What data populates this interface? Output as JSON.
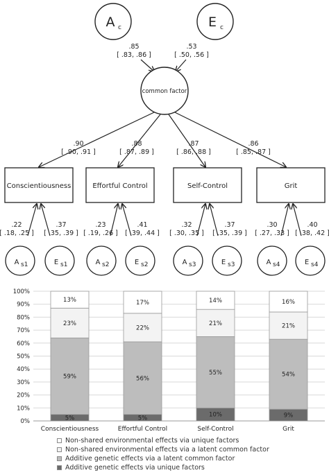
{
  "path_diagram": {
    "latent_top": [
      {
        "main": "A",
        "sub": "c"
      },
      {
        "main": "E",
        "sub": "c"
      }
    ],
    "top_loadings": [
      {
        "value": ".85",
        "ci": "[ .83, .86 ]"
      },
      {
        "value": ".53",
        "ci": "[ .50, .56 ]"
      }
    ],
    "common_factor_label": "common factor",
    "factor_loadings": [
      {
        "value": ".90",
        "ci": "[ .90, .91 ]"
      },
      {
        "value": ".88",
        "ci": "[ .87, .89 ]"
      },
      {
        "value": ".87",
        "ci": "[ .86, .88 ]"
      },
      {
        "value": ".86",
        "ci": "[ .85, .87 ]"
      }
    ],
    "observed": [
      "Conscientiousness",
      "Effortful Control",
      "Self-Control",
      "Grit"
    ],
    "unique_loadings": [
      {
        "a": ".22",
        "a_ci": "[ .18, .25 ]",
        "e": ".37",
        "e_ci": "[ .35, .39 ]"
      },
      {
        "a": ".23",
        "a_ci": "[ .19, .26 ]",
        "e": ".41",
        "e_ci": "[ .39, .44 ]"
      },
      {
        "a": ".32",
        "a_ci": "[ .30, .35 ]",
        "e": ".37",
        "e_ci": "[ .35, .39 ]"
      },
      {
        "a": ".30",
        "a_ci": "[ .27, .33 ]",
        "e": ".40",
        "e_ci": "[ .38, .42 ]"
      }
    ],
    "unique_latents": [
      {
        "a": {
          "main": "A",
          "sub": "s1"
        },
        "e": {
          "main": "E",
          "sub": "s1"
        }
      },
      {
        "a": {
          "main": "A",
          "sub": "s2"
        },
        "e": {
          "main": "E",
          "sub": "s2"
        }
      },
      {
        "a": {
          "main": "A",
          "sub": "s3"
        },
        "e": {
          "main": "E",
          "sub": "s3"
        }
      },
      {
        "a": {
          "main": "A",
          "sub": "s4"
        },
        "e": {
          "main": "E",
          "sub": "s4"
        }
      }
    ]
  },
  "chart_data": {
    "type": "bar",
    "stacked": true,
    "categories": [
      "Conscientiousness",
      "Effortful Control",
      "Self-Control",
      "Grit"
    ],
    "series": [
      {
        "name": "Additive genetic effects via unique factors",
        "values": [
          5,
          5,
          10,
          9
        ],
        "color": "#6b6b6b"
      },
      {
        "name": "Additive genetic effects via a latent common factor",
        "values": [
          59,
          56,
          55,
          54
        ],
        "color": "#bdbdbd"
      },
      {
        "name": "Non-shared environmental effects via a latent common factor",
        "values": [
          23,
          22,
          21,
          21
        ],
        "color": "#f3f3f3"
      },
      {
        "name": "Non-shared environmental effects via unique factors",
        "values": [
          13,
          17,
          14,
          16
        ],
        "color": "#ffffff"
      }
    ],
    "yticks": [
      "0%",
      "10%",
      "20%",
      "30%",
      "40%",
      "50%",
      "60%",
      "70%",
      "80%",
      "90%",
      "100%"
    ],
    "ylim": [
      0,
      100
    ],
    "grid": true,
    "legend_position": "bottom"
  },
  "legend_items": [
    {
      "label": "Non-shared environmental effects via unique factors",
      "color": "#ffffff"
    },
    {
      "label": "Non-shared environmental effects via a latent common factor",
      "color": "#f3f3f3"
    },
    {
      "label": "Additive genetic effects via a latent common factor",
      "color": "#bdbdbd"
    },
    {
      "label": "Additive genetic effects via unique factors",
      "color": "#6b6b6b"
    }
  ]
}
